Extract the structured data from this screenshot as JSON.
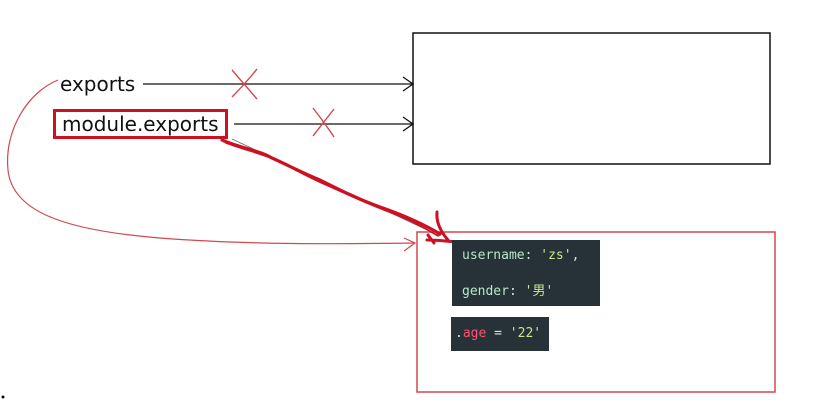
{
  "labels": {
    "exports": "exports",
    "module_exports": "module.exports"
  },
  "code": {
    "line1": {
      "key": "username",
      "colon": ": ",
      "value": "'zs'",
      "trail": ","
    },
    "line2": {
      "key": "gender",
      "colon": ": ",
      "value": "'男'"
    },
    "line3": {
      "lead": ".",
      "key": "age",
      "op": " = ",
      "value": "'22'"
    }
  },
  "colors": {
    "annotation_red": "#cc1122",
    "thin_red": "#d2484f",
    "code_bg": "#263238",
    "box_border": "#111111"
  }
}
